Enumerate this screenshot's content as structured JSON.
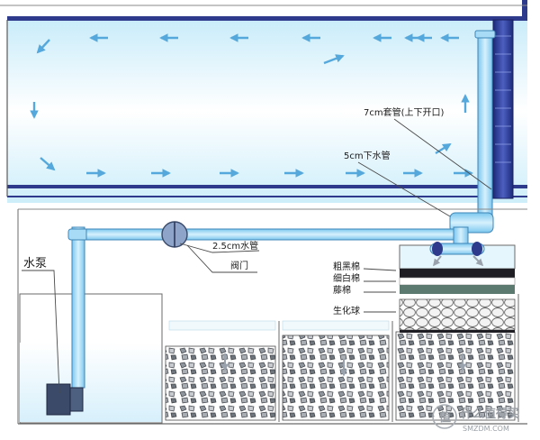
{
  "labels": {
    "sleeve_pipe": "7cm套管(上下开口)",
    "downpipe": "5cm下水管",
    "water_pipe": "2.5cm水管",
    "valve": "阀门",
    "pump": "水泵",
    "coarse_sponge": "粗黑棉",
    "fine_sponge": "细白棉",
    "rattan_cotton": "藤棉",
    "bio_balls": "生化球"
  },
  "watermark": {
    "text": "什么值得买",
    "sub": "SMZDM.COM"
  },
  "colors": {
    "water_blue": "#cdeefa",
    "arrow_blue": "#55a8dc",
    "pipe_blue": "#a8dcf6",
    "dark_navy": "#2e3a8c",
    "frame_line": "#5a5a5a"
  }
}
